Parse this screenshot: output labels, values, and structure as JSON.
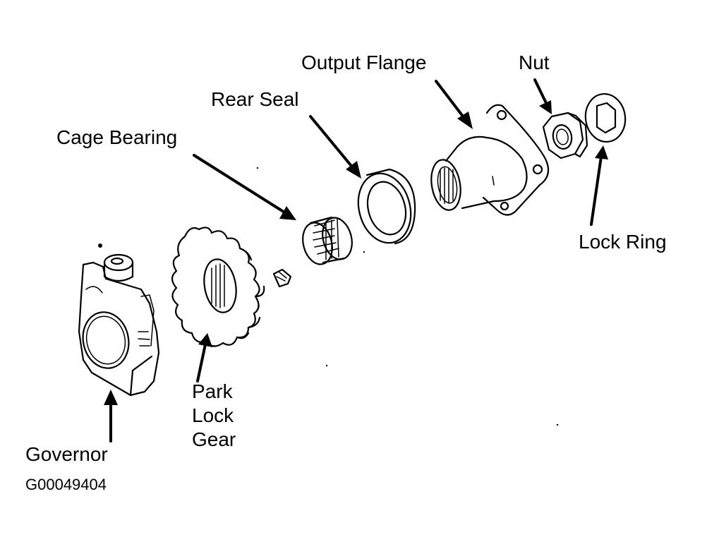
{
  "labels": {
    "output_flange": "Output Flange",
    "nut": "Nut",
    "rear_seal": "Rear Seal",
    "cage_bearing": "Cage Bearing",
    "lock_ring": "Lock Ring",
    "park_lock_gear_line1": "Park",
    "park_lock_gear_line2": "Lock",
    "park_lock_gear_line3": "Gear",
    "governor": "Governor",
    "figure_id": "G00049404"
  },
  "colors": {
    "ink": "#000000",
    "background": "#ffffff"
  }
}
